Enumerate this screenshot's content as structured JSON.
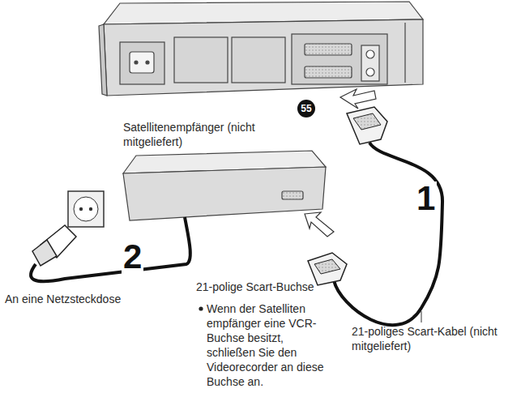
{
  "diagram": {
    "nodes": [
      {
        "text": [
          "Satellitenempfänger (nicht mitgeliefert)"
        ]
      }
    ],
    "labels": [
      "55",
      "1",
      "2",
      "An eine Netzsteckdose",
      "21-polige Scart-Buchse",
      "Wenn der Satelliten empfänger eine VCR-Buchse besitzt, schließen Sie den Videorecorder an diese Buchse an.",
      "21-poliges Scart-Kabel (nicht mitgeliefert)"
    ]
  }
}
